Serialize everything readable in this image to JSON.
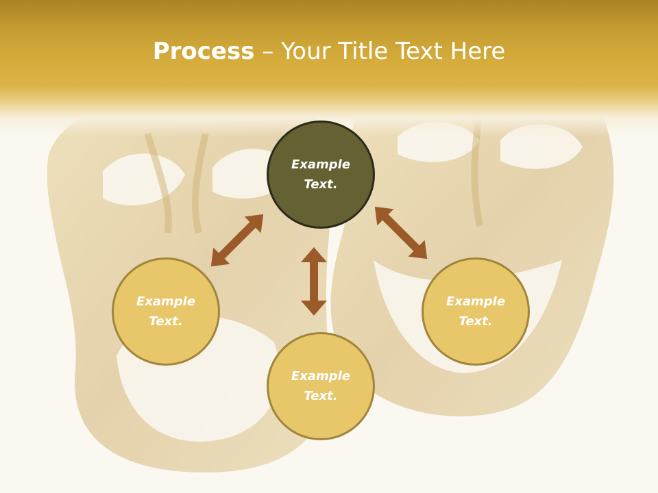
{
  "title": {
    "bold": "Process",
    "rest": " – Your Title Text Here"
  },
  "colors": {
    "header_gold": "#d6ad3c",
    "center_fill": "#646132",
    "outer_fill": "#e8c66a",
    "arrow": "#9b5a2a",
    "background": "#fbf8f2"
  },
  "nodes": [
    {
      "id": "top",
      "role": "main",
      "text": "Example Text."
    },
    {
      "id": "left",
      "role": "side",
      "text": "Example Text."
    },
    {
      "id": "bottom",
      "role": "side",
      "text": "Example Text."
    },
    {
      "id": "right",
      "role": "side",
      "text": "Example Text."
    }
  ],
  "arrows": [
    {
      "from": "top",
      "to": "left",
      "style": "double-headed"
    },
    {
      "from": "top",
      "to": "right",
      "style": "double-headed"
    },
    {
      "from": "top",
      "to": "bottom",
      "style": "double-headed"
    }
  ],
  "background_art": "faded gold comedy and tragedy theater masks"
}
